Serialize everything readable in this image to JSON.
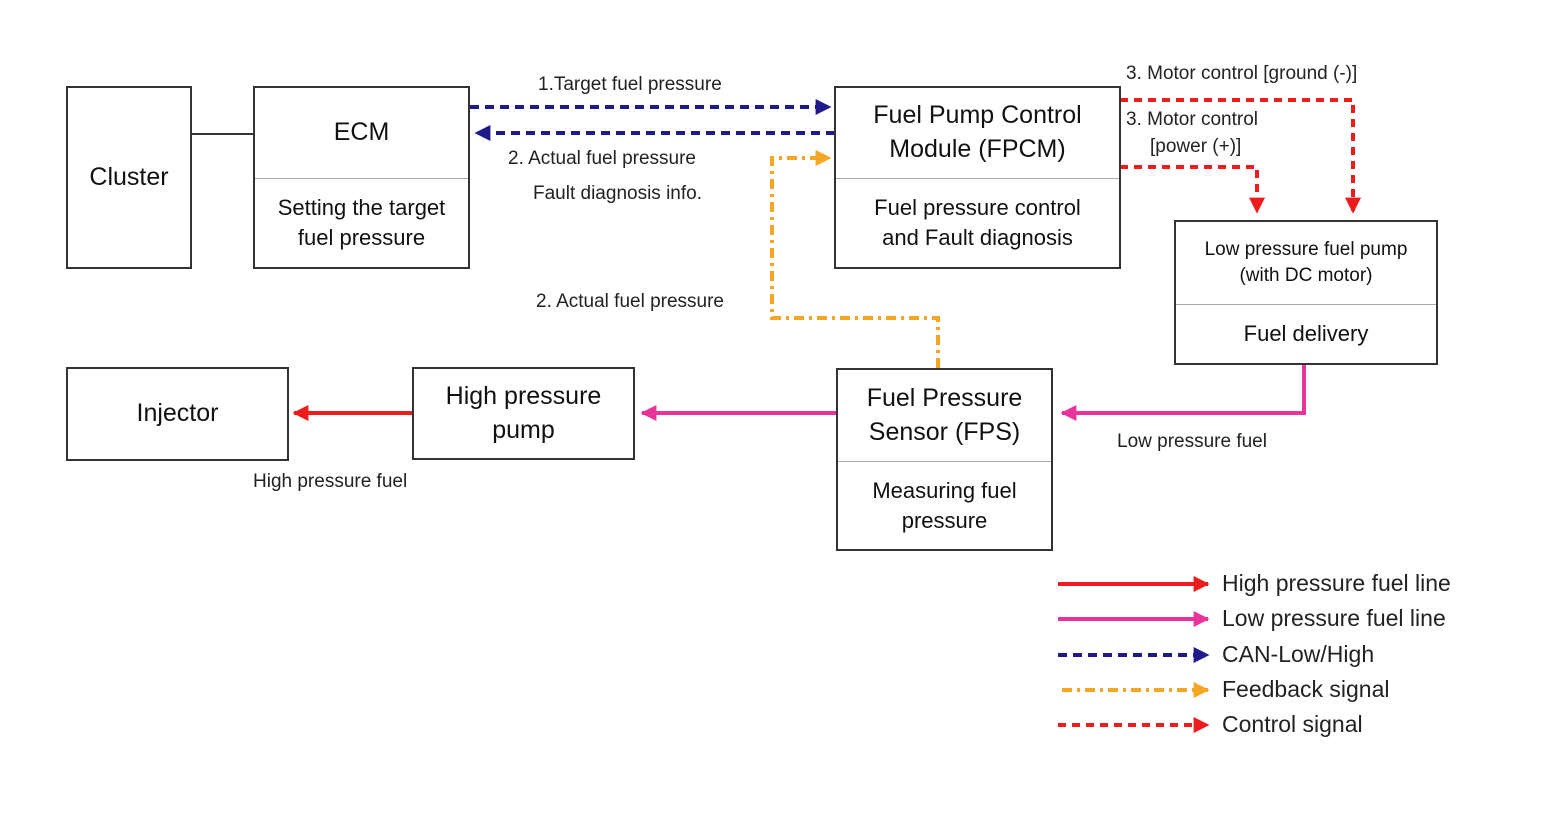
{
  "nodes": {
    "cluster": {
      "title": "Cluster"
    },
    "ecm": {
      "title": "ECM",
      "function": "Setting the target fuel pressure"
    },
    "fpcm": {
      "title": "Fuel Pump Control Module (FPCM)",
      "function": "Fuel pressure control and Fault diagnosis"
    },
    "low_pump": {
      "title": "Low pressure fuel pump (with DC motor)",
      "function": "Fuel delivery"
    },
    "fps": {
      "title": "Fuel Pressure Sensor (FPS)",
      "function": "Measuring fuel pressure"
    },
    "hp_pump": {
      "title": "High pressure pump"
    },
    "injector": {
      "title": "Injector"
    }
  },
  "connections": {
    "target_pressure": "1.Target fuel pressure",
    "actual_pressure_can": "2. Actual fuel pressure",
    "fault_info": "Fault diagnosis info.",
    "actual_pressure_feedback": "2. Actual fuel pressure",
    "motor_ground": "3. Motor control [ground (-)]",
    "motor_power_1": "3. Motor control",
    "motor_power_2": "[power (+)]",
    "low_pressure_fuel": "Low pressure fuel",
    "high_pressure_fuel": "High pressure fuel"
  },
  "legend": [
    {
      "label": "High pressure fuel line",
      "style": "solid",
      "color": "#ee1c1c"
    },
    {
      "label": "Low pressure fuel line",
      "style": "solid",
      "color": "#e8349a"
    },
    {
      "label": "CAN-Low/High",
      "style": "dashed",
      "color": "#1f1a8a"
    },
    {
      "label": "Feedback signal",
      "style": "dash-dot",
      "color": "#f5a623"
    },
    {
      "label": "Control signal",
      "style": "dashed",
      "color": "#ee1c1c"
    }
  ],
  "colors": {
    "high_pressure": "#ee1c1c",
    "low_pressure": "#e8349a",
    "can": "#1f1a8a",
    "feedback": "#f5a623",
    "control": "#ee1c1c"
  }
}
